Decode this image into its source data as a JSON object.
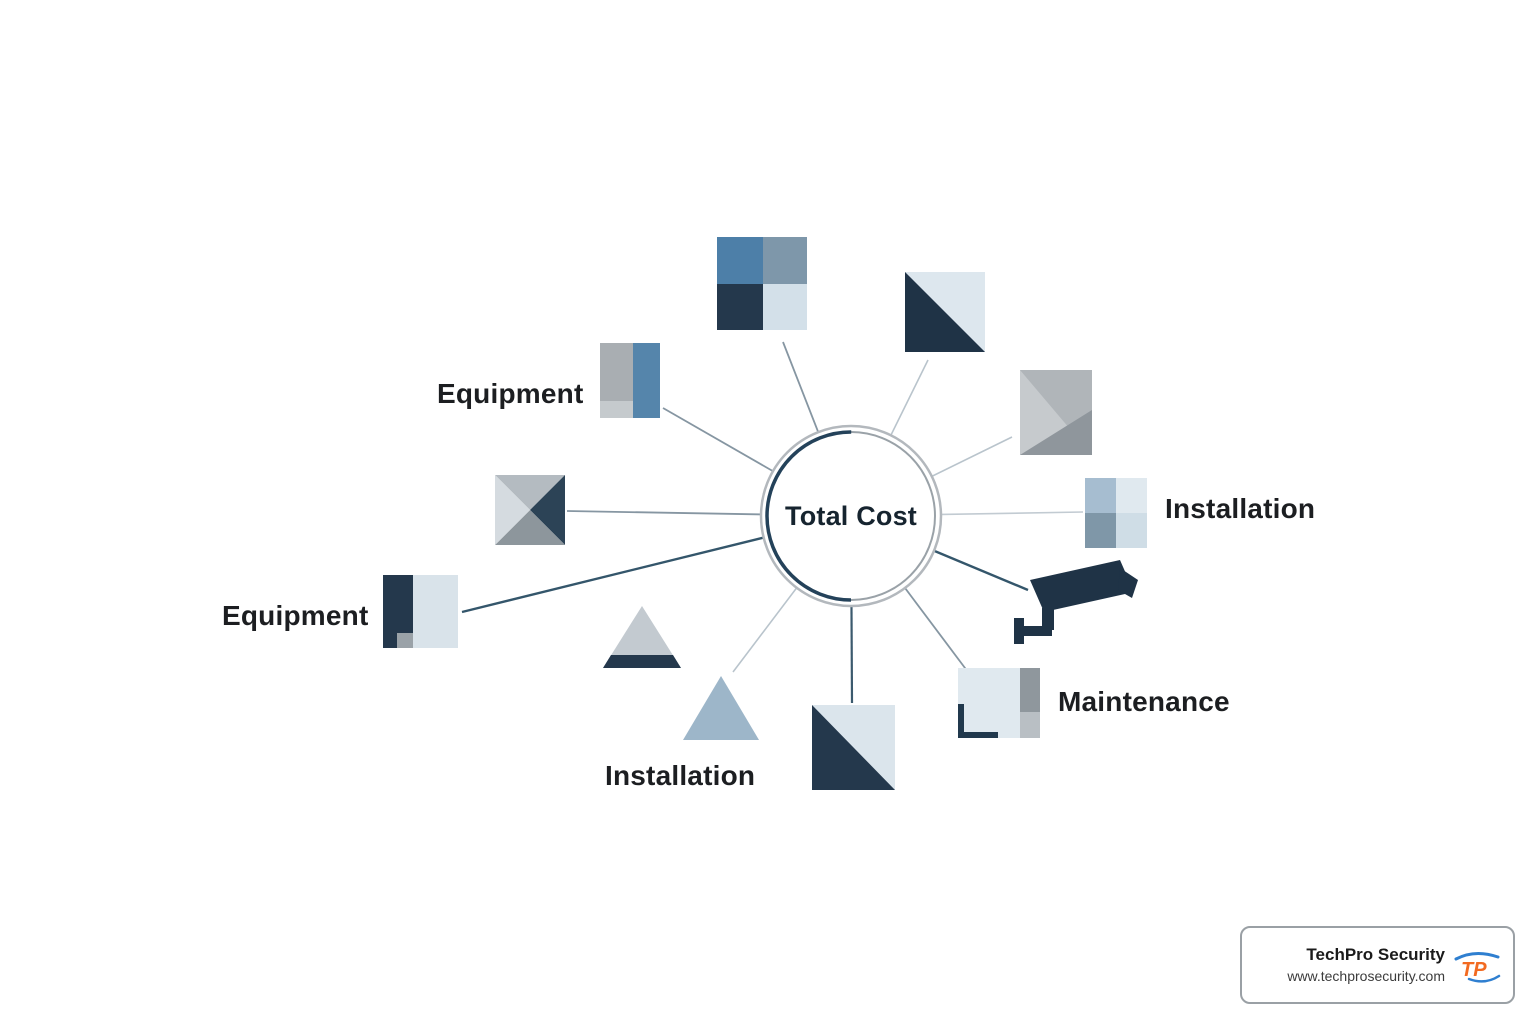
{
  "diagram": {
    "center_label": "Total Cost",
    "nodes": [
      {
        "id": "equipment-top",
        "label": "Equipment"
      },
      {
        "id": "installation-right",
        "label": "Installation"
      },
      {
        "id": "maintenance",
        "label": "Maintenance"
      },
      {
        "id": "installation-bottom",
        "label": "Installation"
      },
      {
        "id": "equipment-left",
        "label": "Equipment"
      }
    ],
    "icons": [
      "quad-grid-square-icon",
      "diagonal-split-square-icon-top-right",
      "gray-gradient-square-icon",
      "quad-blue-square-icon",
      "security-camera-icon",
      "stripe-square-icon-maintenance",
      "diagonal-split-square-icon-bottom",
      "light-triangle-icon",
      "shaded-triangle-icon",
      "half-split-square-icon-left",
      "pinwheel-square-icon",
      "two-tone-square-icon-upper-left"
    ]
  },
  "footer": {
    "company": "TechPro Security",
    "website": "www.techprosecurity.com",
    "logo_text": "TP"
  },
  "colors": {
    "dark_navy": "#21394d",
    "steel_blue": "#4d7fa8",
    "light_blue_gray": "#d6e2ea",
    "gray": "#9aa2a8",
    "line_dark": "#34566b",
    "line_light": "#b9c4cc",
    "logo_orange": "#f26a21",
    "logo_blue": "#2f7fd0"
  }
}
